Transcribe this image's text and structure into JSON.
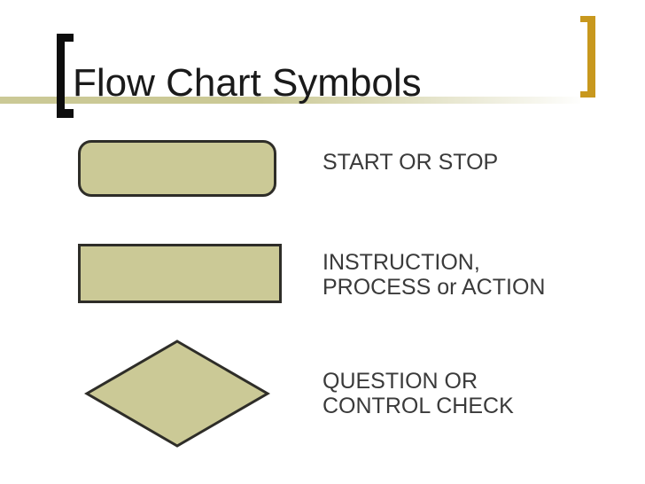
{
  "slide": {
    "title": "Flow Chart Symbols",
    "colors": {
      "shape_fill": "#CBC996",
      "shape_border": "#2E2D28",
      "accent_line": "#CBC996",
      "accent_gold": "#C8981E",
      "bracket_black": "#0D0D0D",
      "title_text": "#1A1A1A",
      "body_text": "#3A3A3A"
    },
    "symbols": [
      {
        "shape": "terminator-rounded-rectangle",
        "label": "START OR STOP",
        "label_lines": [
          "START OR STOP"
        ]
      },
      {
        "shape": "process-rectangle",
        "label": "INSTRUCTION, PROCESS or ACTION",
        "label_lines": [
          "INSTRUCTION,",
          "PROCESS or ACTION"
        ]
      },
      {
        "shape": "decision-diamond",
        "label": "QUESTION OR CONTROL CHECK",
        "label_lines": [
          "QUESTION OR",
          "CONTROL CHECK"
        ]
      }
    ]
  }
}
